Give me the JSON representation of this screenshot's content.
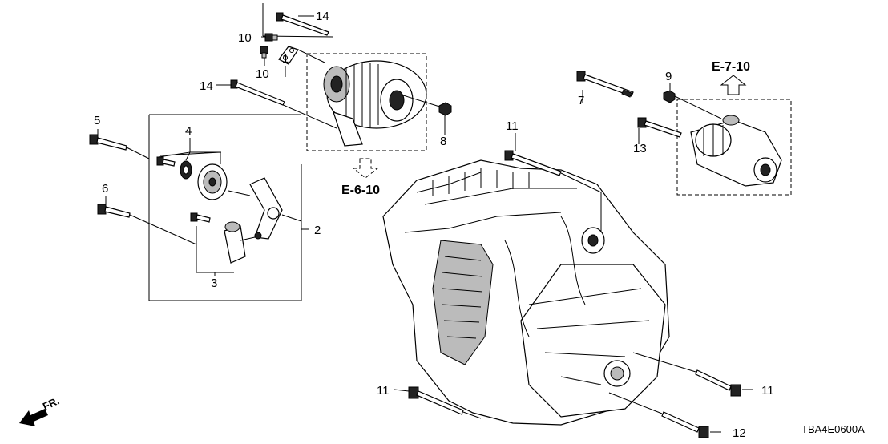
{
  "diagram": {
    "callouts": [
      {
        "id": "c1",
        "text": "1"
      },
      {
        "id": "c2",
        "text": "2"
      },
      {
        "id": "c3",
        "text": "3"
      },
      {
        "id": "c4",
        "text": "4"
      },
      {
        "id": "c5",
        "text": "5"
      },
      {
        "id": "c6",
        "text": "6"
      },
      {
        "id": "c7",
        "text": "7"
      },
      {
        "id": "c8",
        "text": "8"
      },
      {
        "id": "c9",
        "text": "9"
      },
      {
        "id": "c10a",
        "text": "10"
      },
      {
        "id": "c10b",
        "text": "10"
      },
      {
        "id": "c11a",
        "text": "11"
      },
      {
        "id": "c11b",
        "text": "11"
      },
      {
        "id": "c11c",
        "text": "11"
      },
      {
        "id": "c12",
        "text": "12"
      },
      {
        "id": "c13",
        "text": "13"
      },
      {
        "id": "c14a",
        "text": "14"
      },
      {
        "id": "c14b",
        "text": "14"
      }
    ],
    "references": {
      "e_6_10": "E-6-10",
      "e_7_10": "E-7-10"
    },
    "front_marker": "FR.",
    "figure_code": "TBA4E0600A"
  }
}
